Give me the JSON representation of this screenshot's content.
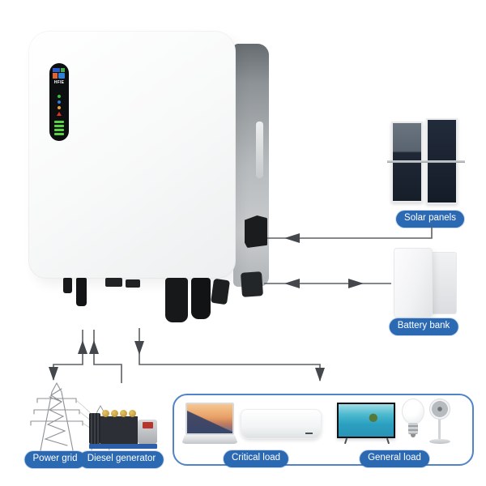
{
  "inverter": {
    "brand": "HFIE",
    "led_panel": {
      "status_leds": [
        "green",
        "blue",
        "orange",
        "red-alarm"
      ],
      "battery_bars": 4
    }
  },
  "labels": {
    "solar_panels": "Solar panels",
    "battery_bank": "Battery bank",
    "power_grid": "Power grid",
    "diesel_generator": "Diesel generator",
    "critical_load": "Critical load",
    "general_load": "General load"
  },
  "connections": [
    {
      "from": "Solar panels",
      "to": "Inverter",
      "direction": "one-way"
    },
    {
      "from": "Battery bank",
      "to": "Inverter",
      "direction": "bidirectional"
    },
    {
      "from": "Power grid",
      "to": "Inverter",
      "direction": "bidirectional"
    },
    {
      "from": "Diesel generator",
      "to": "Inverter",
      "direction": "one-way"
    },
    {
      "from": "Inverter",
      "to": "Loads",
      "direction": "one-way"
    }
  ],
  "colors": {
    "badge_blue": "#2b69b2",
    "load_box_border": "#4f84c8",
    "connector_line": "#5b6064",
    "led_green": "#35c340",
    "led_blue": "#2f7fd6",
    "led_orange": "#f0a22f",
    "led_red": "#e03227",
    "battery_bar_green": "#58d441"
  }
}
